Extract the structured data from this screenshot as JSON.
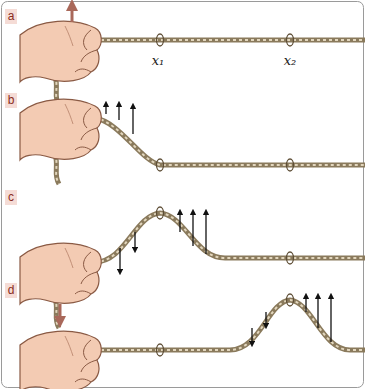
{
  "diagram": {
    "labels": [
      "a",
      "x₁",
      "x₂",
      "b",
      "c",
      "d"
    ]
  }
}
